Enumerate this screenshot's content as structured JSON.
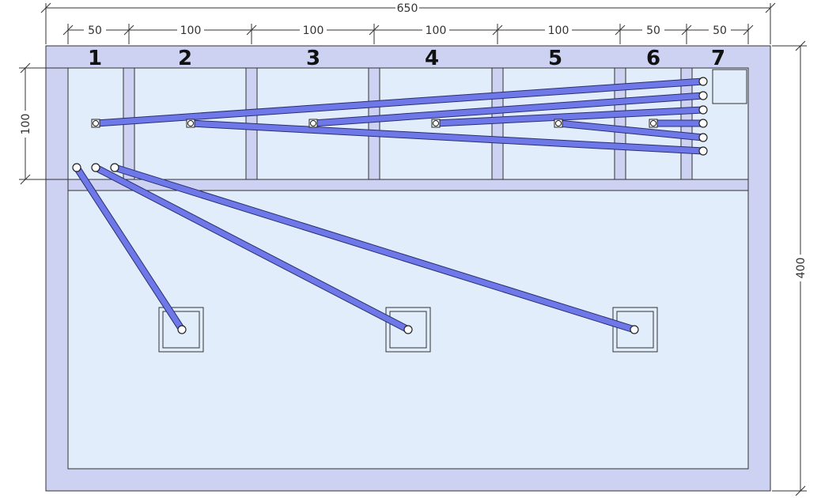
{
  "dimensions": {
    "total_width": "650",
    "height": "400",
    "upper_depth": "100",
    "bays": [
      "50",
      "100",
      "100",
      "100",
      "100",
      "50",
      "50"
    ]
  },
  "bays": [
    "1",
    "2",
    "3",
    "4",
    "5",
    "6",
    "7"
  ],
  "colors": {
    "pool_border": "#cdd2f2",
    "pool_inner": "#e2edfc",
    "pipe": "#6f78e8",
    "line": "#333333"
  }
}
